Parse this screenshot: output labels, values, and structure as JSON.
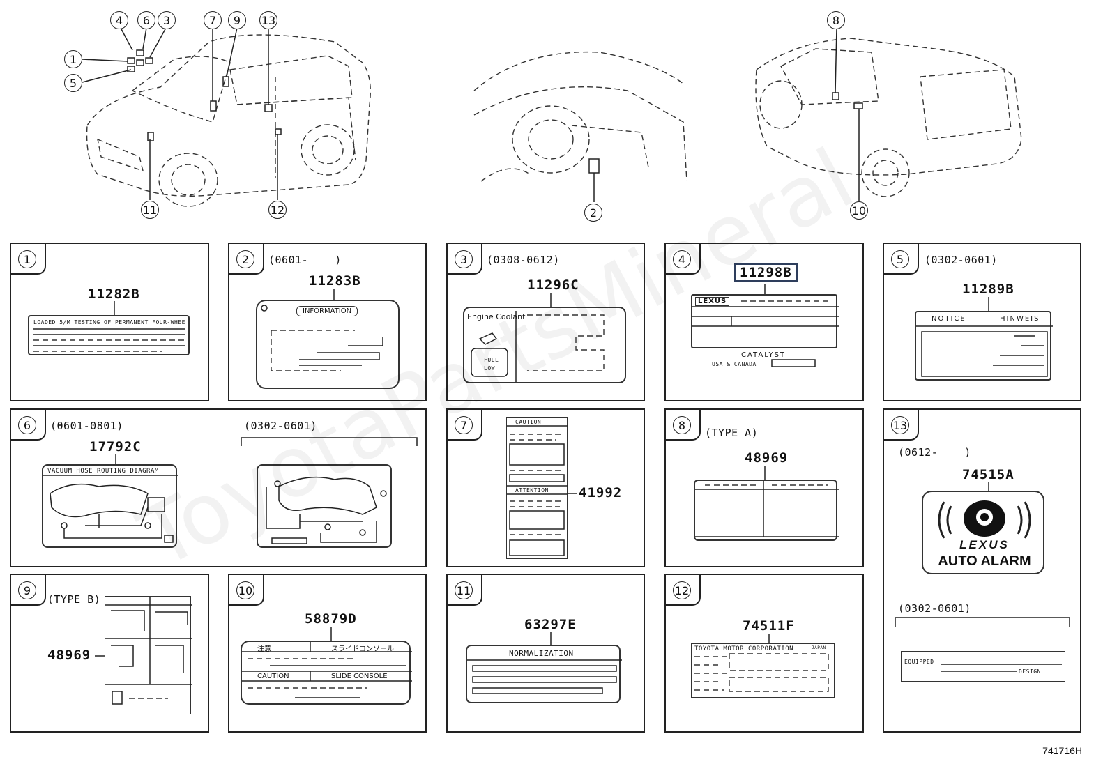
{
  "watermark": "ToyotaPartsMineral",
  "diagram_ref": "741716H",
  "callouts": {
    "c1": "1",
    "c2": "2",
    "c3": "3",
    "c4": "4",
    "c5": "5",
    "c6": "6",
    "c7": "7",
    "c8": "8",
    "c9": "9",
    "c10": "10",
    "c11": "11",
    "c12": "12",
    "c13": "13"
  },
  "panels": {
    "p1": {
      "num": "1",
      "part": "11282B",
      "label_text": "LOADED 5/M TESTING OF PERMANENT FOUR-WHEE"
    },
    "p2": {
      "num": "2",
      "date": "(0601-    )",
      "part": "11283B",
      "label_title": "INFORMATION"
    },
    "p3": {
      "num": "3",
      "date": "(0308-0612)",
      "part": "11296C",
      "label_title": "Engine Coolant",
      "full": "FULL",
      "low": "LOW"
    },
    "p4": {
      "num": "4",
      "part": "11298B",
      "brand": "LEXUS",
      "catalyst": "CATALYST",
      "region": "USA & CANADA"
    },
    "p5": {
      "num": "5",
      "date": "(0302-0601)",
      "part": "11289B",
      "notice": "NOTICE",
      "hinweis": "HINWEIS"
    },
    "p6": {
      "num": "6",
      "date_a": "(0601-0801)",
      "date_b": "(0302-0601)",
      "part": "17792C",
      "label_title": "VACUUM HOSE ROUTING DIAGRAM"
    },
    "p7": {
      "num": "7",
      "part": "41992",
      "caution": "CAUTION",
      "attention": "ATTENTION"
    },
    "p8": {
      "num": "8",
      "type": "(TYPE A)",
      "part": "48969"
    },
    "p9": {
      "num": "9",
      "type": "(TYPE B)",
      "part": "48969"
    },
    "p10": {
      "num": "10",
      "part": "58879D",
      "jp_caution": "注意",
      "jp_console": "スライドコンソール",
      "caution": "CAUTION",
      "console": "SLIDE CONSOLE"
    },
    "p11": {
      "num": "11",
      "part": "63297E",
      "label_title": "NORMALIZATION"
    },
    "p12": {
      "num": "12",
      "part": "74511F",
      "maker": "TOYOTA MOTOR CORPORATION",
      "country": "JAPAN"
    },
    "p13": {
      "num": "13",
      "date_a": "(0612-    )",
      "part": "74515A",
      "brand": "LEXUS",
      "alarm": "AUTO ALARM",
      "date_b": "(0302-0601)",
      "equipped": "EQUIPPED",
      "design": "DESIGN"
    }
  }
}
